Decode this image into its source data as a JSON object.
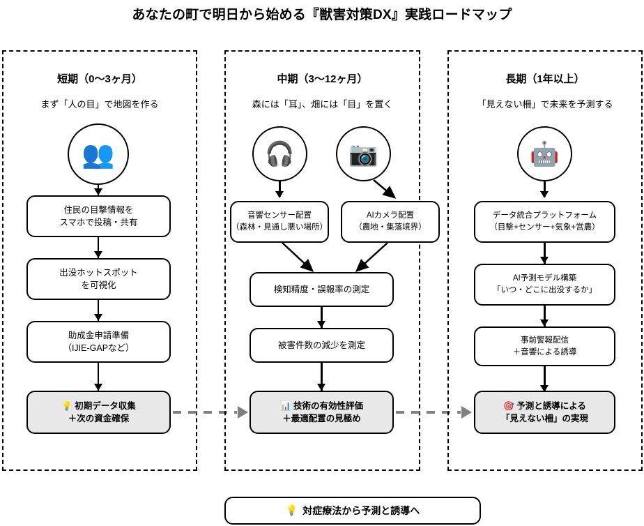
{
  "title": "あなたの町で明日から始める『獣害対策DX』実践ロードマップ",
  "phases": [
    {
      "id": "short-term",
      "title": "短期（0〜3ヶ月）",
      "subtitle": "まず「人の目」で地図を作る",
      "icons": [
        {
          "name": "busts-in-silhouette-icon",
          "glyph": "👥"
        }
      ],
      "steps": [
        {
          "line1": "住民の目撃情報を",
          "line2": "スマホで投稿・共有"
        },
        {
          "line1": "出没ホットスポット",
          "line2": "を可視化"
        },
        {
          "line1": "助成金申請準備",
          "line2": "（IJIE-GAPなど）"
        }
      ],
      "outcome": {
        "icon": "💡",
        "icon_name": "light-bulb-icon",
        "line1": "初期データ収集",
        "line2": "＋次の資金確保"
      }
    },
    {
      "id": "mid-term",
      "title": "中期（3〜12ヶ月）",
      "subtitle": "森には「耳」、畑には「目」を置く",
      "icons": [
        {
          "name": "headphone-icon",
          "glyph": "🎧"
        },
        {
          "name": "camera-icon",
          "glyph": "📷"
        }
      ],
      "steps": [
        {
          "line1": "音響センサー配置",
          "line2": "（森林・見通し悪い場所）"
        },
        {
          "line1": "AIカメラ配置",
          "line2": "（農地・集落境界）"
        },
        {
          "line1": "検知精度・誤報率の測定",
          "line2": ""
        },
        {
          "line1": "被害件数の減少を測定",
          "line2": ""
        }
      ],
      "outcome": {
        "icon": "📊",
        "icon_name": "bar-chart-icon",
        "line1": "技術の有効性評価",
        "line2": "＋最適配置の見極め"
      }
    },
    {
      "id": "long-term",
      "title": "長期（1年以上）",
      "subtitle": "「見えない柵」で未来を予測する",
      "icons": [
        {
          "name": "robot-icon",
          "glyph": "🤖"
        }
      ],
      "steps": [
        {
          "line1": "データ統合プラットフォーム",
          "line2": "（目撃+センサー+気象+営農）"
        },
        {
          "line1": "AI予測モデル構築",
          "line2": "「いつ・どこに出没するか」"
        },
        {
          "line1": "事前警報配信",
          "line2": "＋音響による誘導"
        }
      ],
      "outcome": {
        "icon": "🎯",
        "icon_name": "direct-hit-icon",
        "line1": "予測と誘導による",
        "line2": "「見えない柵」の実現"
      }
    }
  ],
  "banner": {
    "icon": "💡",
    "icon_name": "light-bulb-icon",
    "text": "対症療法から予測と誘導へ"
  },
  "colors": {
    "outline": "#000000",
    "outcome_fill": "#e8e8e8",
    "connector": "#808080",
    "background": "#ffffff"
  }
}
